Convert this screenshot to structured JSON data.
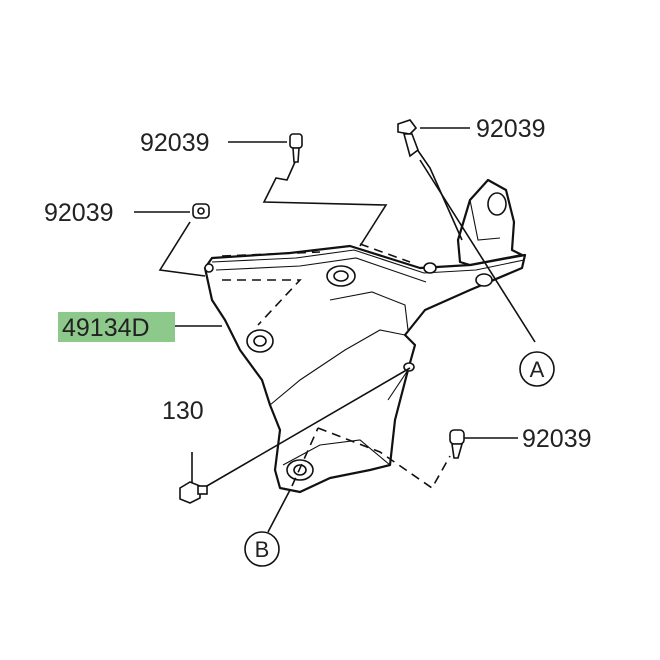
{
  "part_labels": {
    "top_left": "92039",
    "top_right": "92039",
    "left": "92039",
    "highlighted": "49134D",
    "bolt": "130",
    "right": "92039"
  },
  "callouts": {
    "a": "A",
    "b": "B"
  },
  "colors": {
    "highlight": "#8dc98b",
    "line": "#111111"
  }
}
